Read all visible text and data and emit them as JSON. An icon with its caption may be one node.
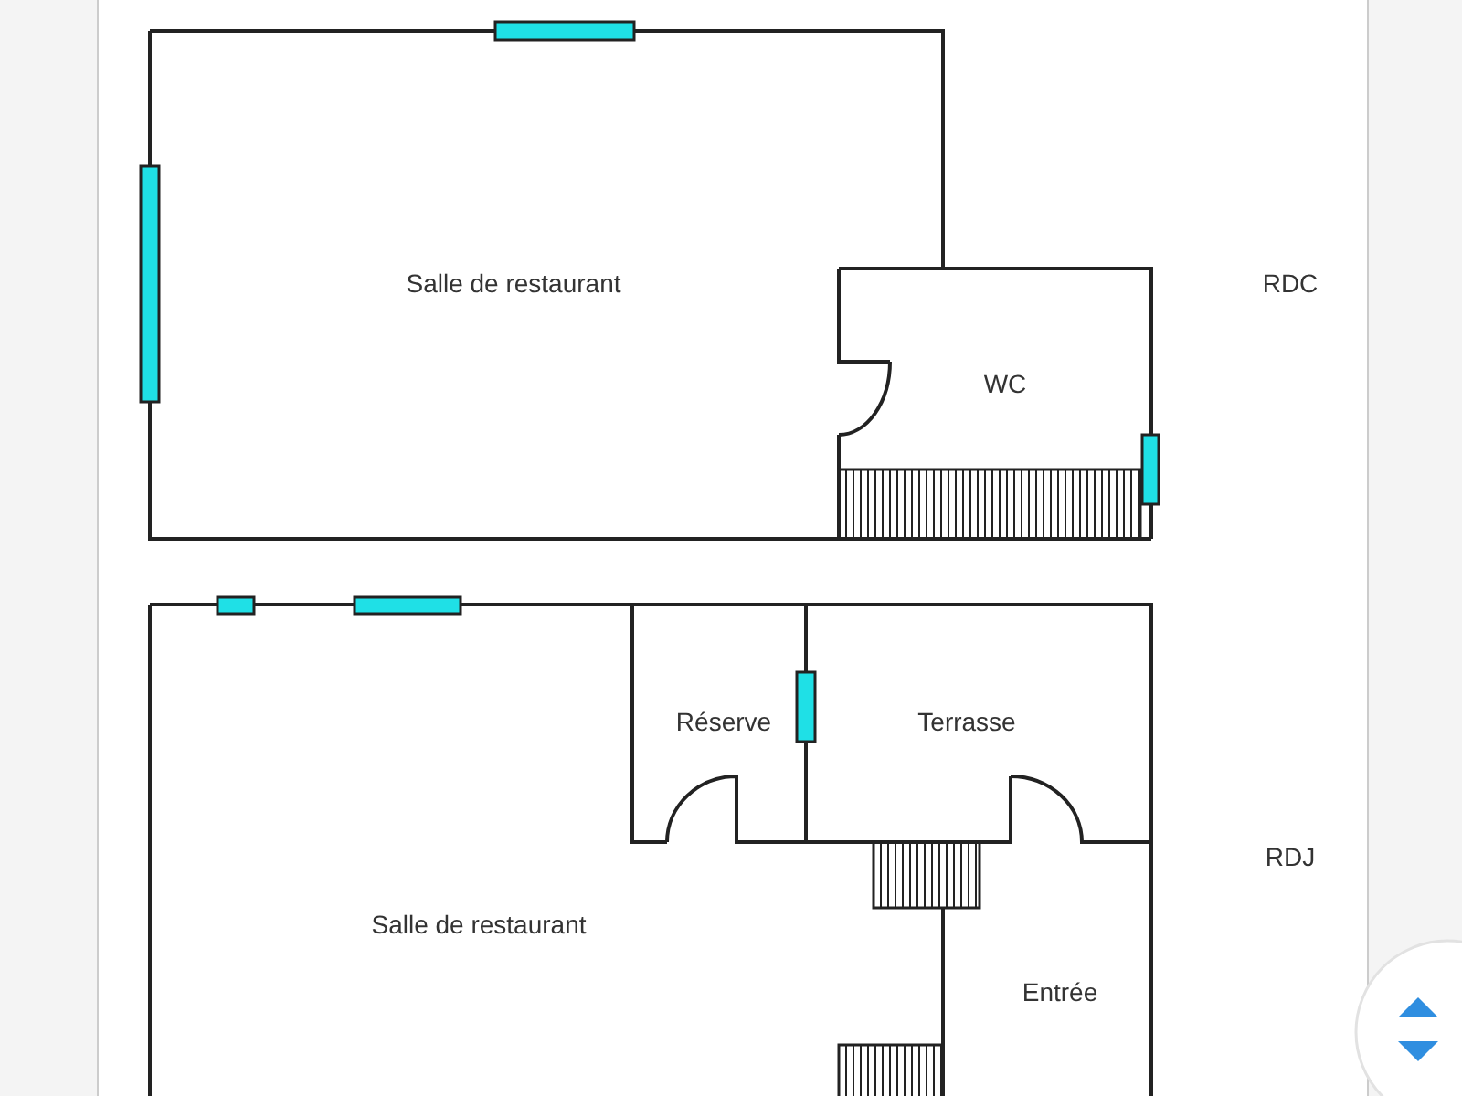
{
  "diagram": {
    "labels": [
      "Salle de restaurant",
      "WC",
      "RDC",
      "Réserve",
      "Terrasse",
      "RDJ",
      "Salle de restaurant",
      "Entrée"
    ]
  }
}
